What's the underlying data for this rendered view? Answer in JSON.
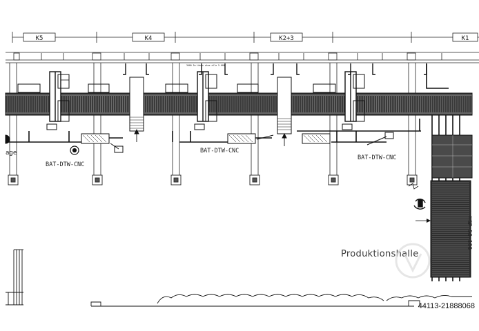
{
  "grid_labels": [
    "K5",
    "K4",
    "K2+3",
    "K1"
  ],
  "machine_label": "BAT-DTW-CNC",
  "cut_label": "age",
  "hall_label": "Produktionshalle",
  "rotated_label": "HSP 50-100",
  "small_note": "3000  Im Länge ohne alle 5.000",
  "sheet_id": "44113-21888068"
}
